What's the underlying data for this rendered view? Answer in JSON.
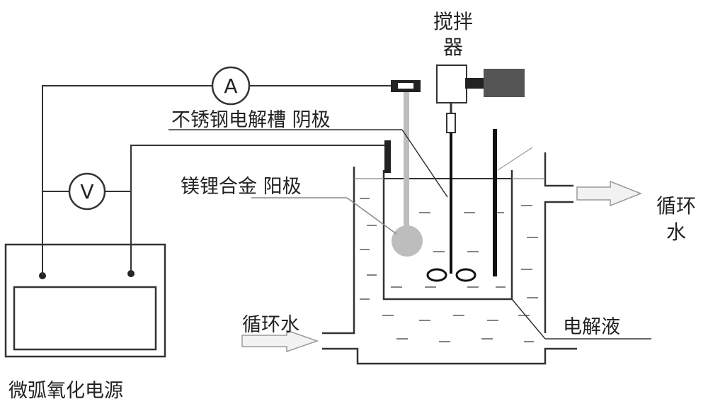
{
  "labels": {
    "stirrer": [
      "搅拌",
      "器"
    ],
    "cathode": "不锈钢电解槽 阴极",
    "anode": "镁锂合金 阳极",
    "circulating_water_out": [
      "循环",
      "水"
    ],
    "circulating_water_in": "循环水",
    "electrolyte": "电解液",
    "power_supply": "微弧氧化电源",
    "ammeter": "A",
    "voltmeter": "V"
  },
  "colors": {
    "line": "#333333",
    "anode": "#bdbdbd",
    "motor": "#555555",
    "arrow": "#f2f2f2"
  }
}
